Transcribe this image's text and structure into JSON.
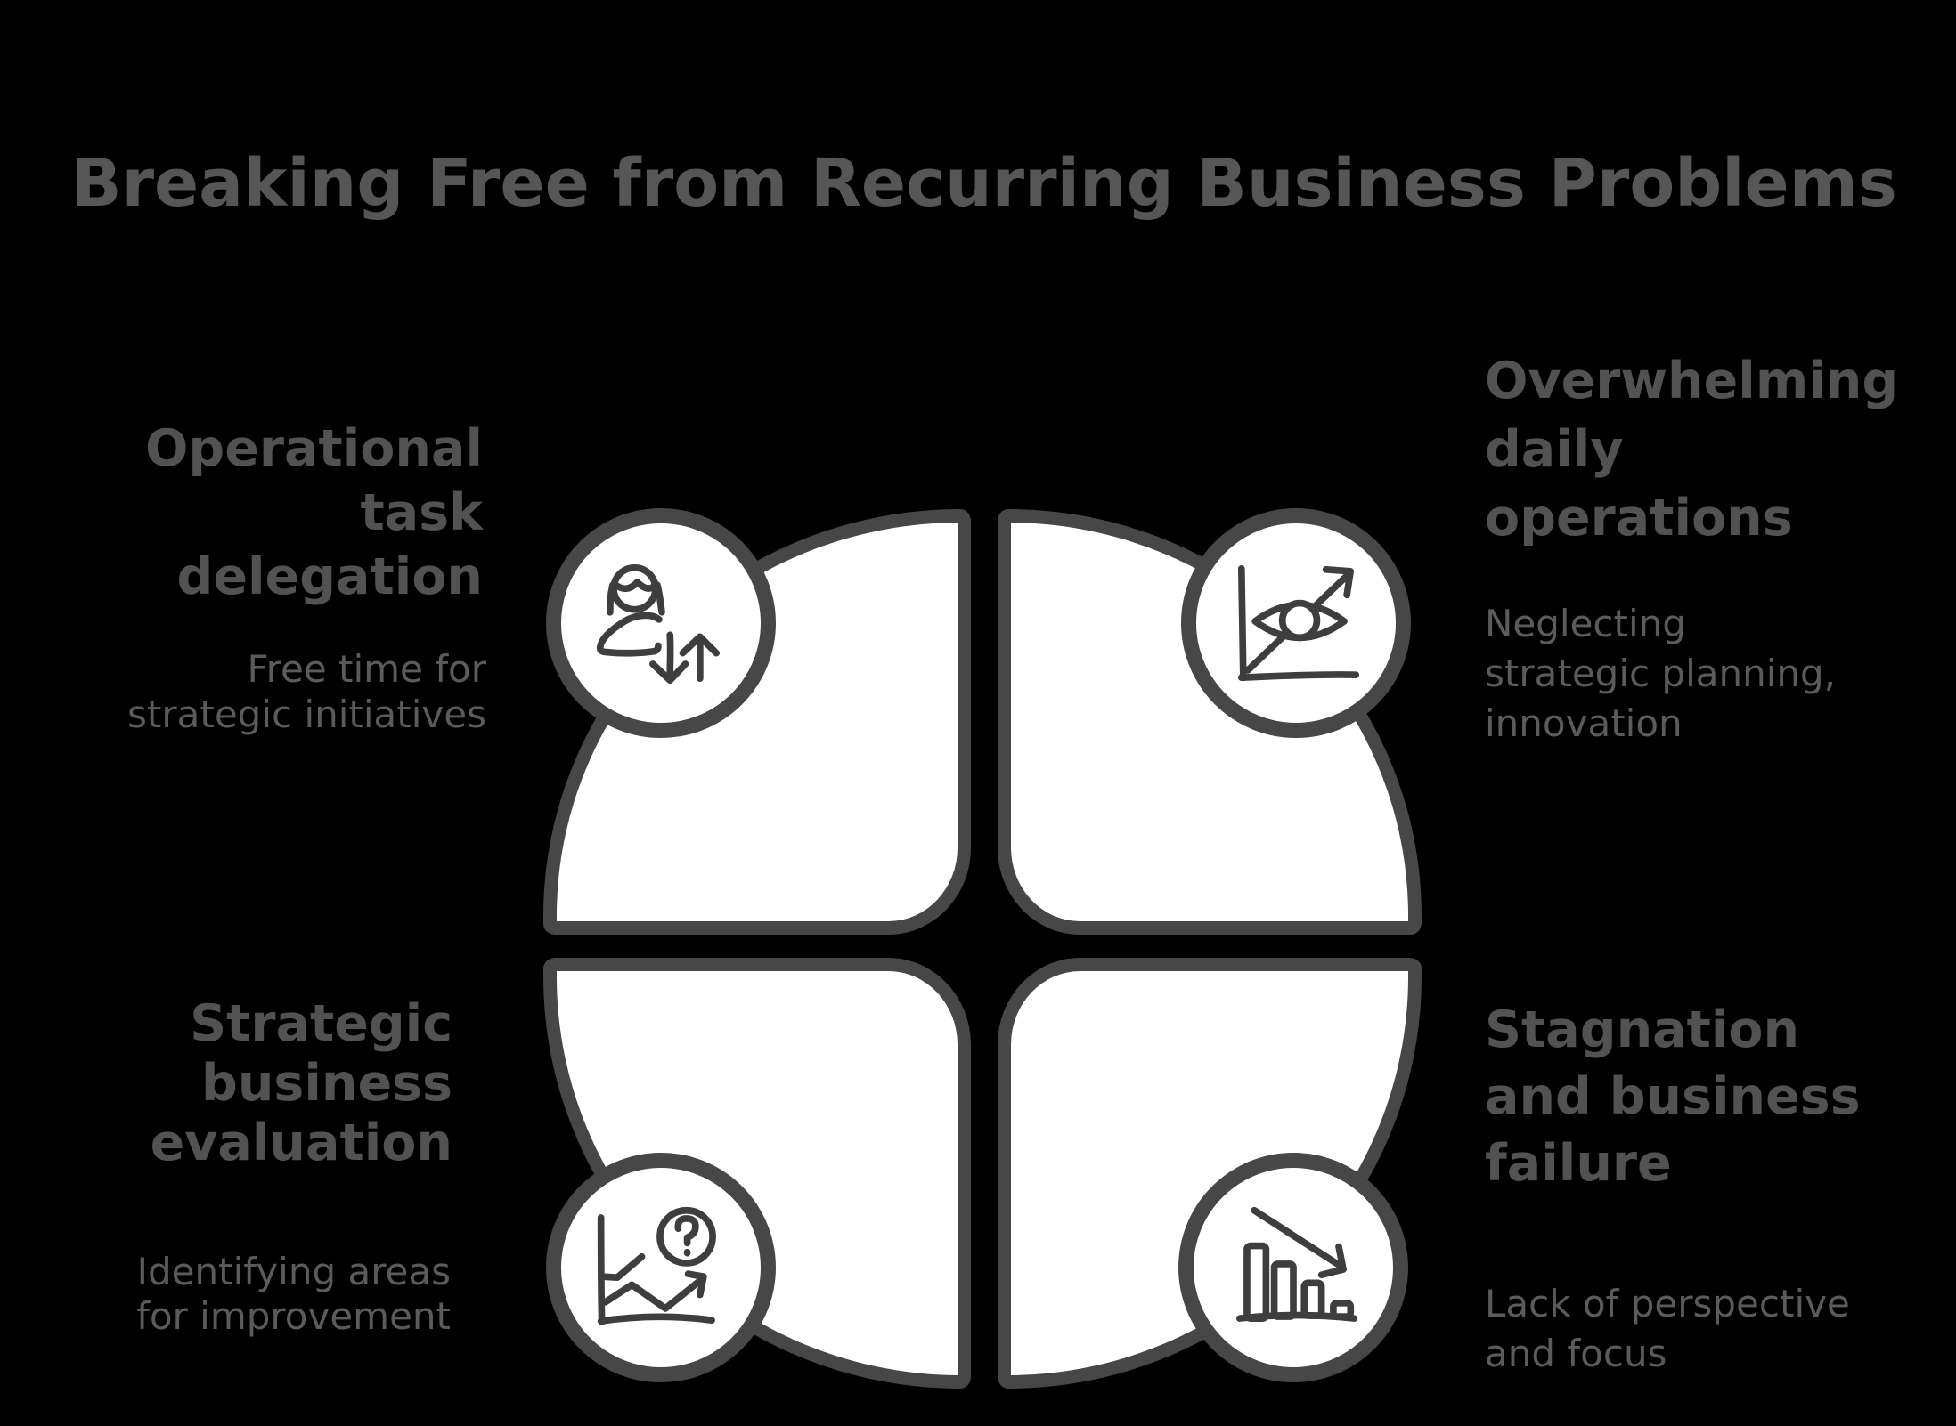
{
  "title": "Breaking Free from Recurring Business Problems",
  "colors": {
    "background": "#000000",
    "petal_fill": "#ffffff",
    "outline_stroke": "#474747",
    "icon_stroke": "#3e3e3e",
    "title_text": "#565656",
    "heading_text": "#525252",
    "subtitle_text": "#5b5b5b"
  },
  "quadrants": [
    {
      "position": "top-left",
      "heading": "Operational\ntask\ndelegation",
      "subtitle": "Free time for\nstrategic initiatives",
      "icon": "person-delegation-arrows-icon"
    },
    {
      "position": "top-right",
      "heading": "Overwhelming\ndaily\noperations",
      "subtitle": "Neglecting\nstrategic planning,\ninnovation",
      "icon": "eye-perspective-chart-icon"
    },
    {
      "position": "bottom-left",
      "heading": "Strategic\nbusiness\nevaluation",
      "subtitle": "Identifying areas\nfor improvement",
      "icon": "chart-question-mark-icon"
    },
    {
      "position": "bottom-right",
      "heading": "Stagnation\nand business\nfailure",
      "subtitle": "Lack of perspective\nand focus",
      "icon": "declining-bar-chart-icon"
    }
  ]
}
